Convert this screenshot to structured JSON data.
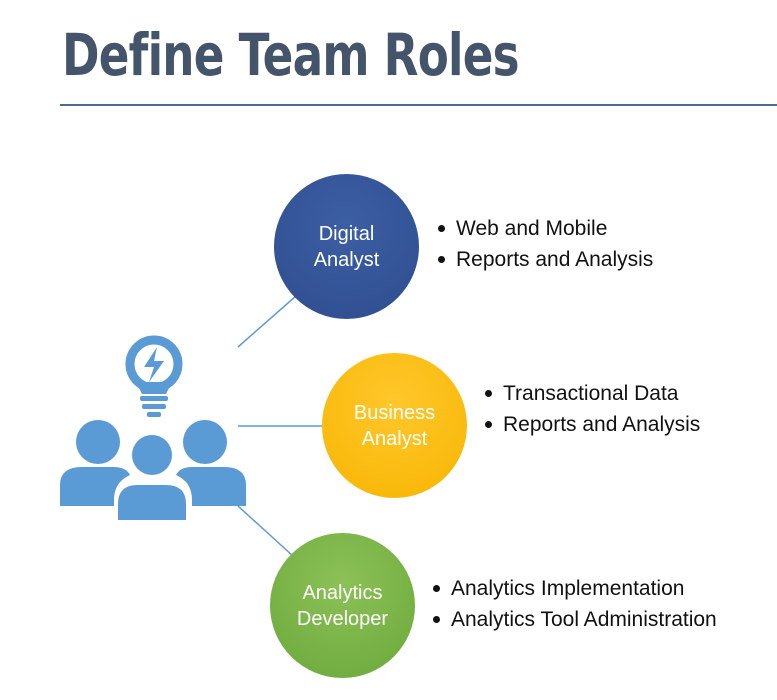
{
  "page": {
    "title": "Define Team Roles"
  },
  "colors": {
    "title": "#44546a",
    "rule": "#4a6b95",
    "connector": "#5b9bd5",
    "icon": "#5b9bd5",
    "digital_analyst": "#2f5597",
    "business_analyst": "#ffc000",
    "analytics_developer": "#70ad47"
  },
  "icons": {
    "team": "team-idea-icon"
  },
  "roles": [
    {
      "name": "Digital\nAnalyst",
      "color": "#2f5597",
      "bullets": [
        "Web and Mobile",
        "Reports and Analysis"
      ]
    },
    {
      "name": "Business\nAnalyst",
      "color": "#ffc000",
      "bullets": [
        "Transactional Data",
        "Reports and Analysis"
      ]
    },
    {
      "name": "Analytics\nDeveloper",
      "color": "#70ad47",
      "bullets": [
        "Analytics Implementation",
        "Analytics Tool Administration"
      ]
    }
  ]
}
